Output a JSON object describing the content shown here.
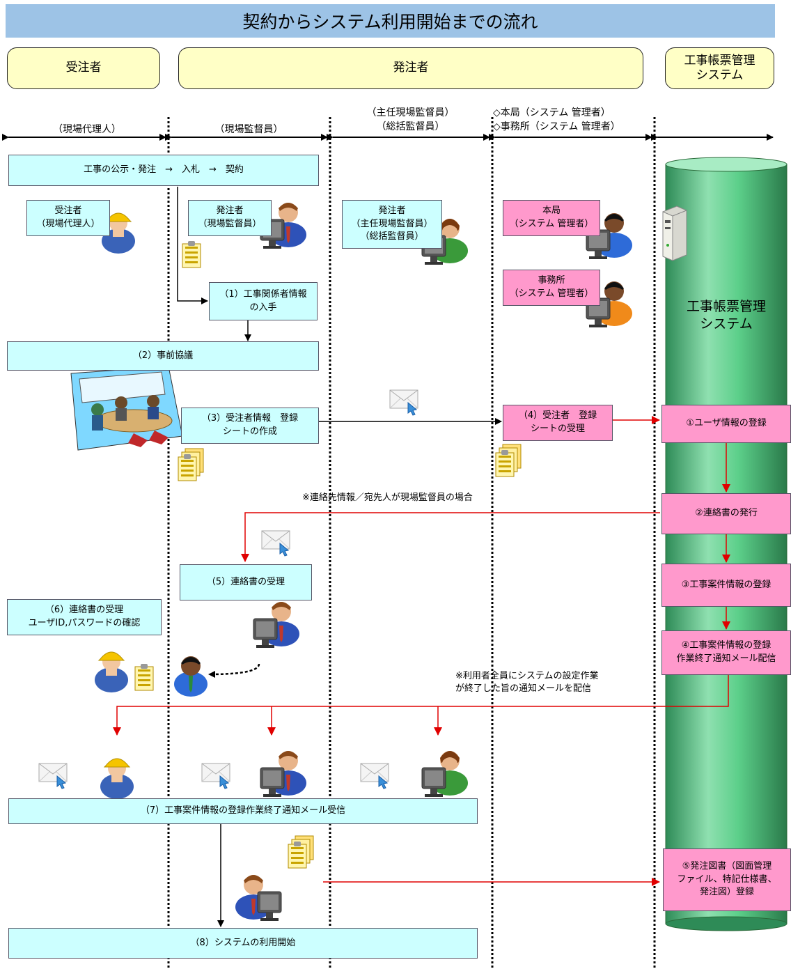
{
  "title": "契約からシステム利用開始までの流れ",
  "headers": {
    "contractor": "受注者",
    "orderer": "発注者",
    "system": "工事帳票管理\nシステム"
  },
  "lanes": {
    "l1": "（現場代理人）",
    "l2": "（現場監督員）",
    "l3": "（主任現場監督員）\n（総括監督員）",
    "l4": "◇本局（システム 管理者）\n◇事務所（システム 管理者）"
  },
  "boxes": {
    "bid": "工事の公示・発注　→　入札　→　契約",
    "actor_contractor": "受注者\n（現場代理人）",
    "actor_supervisor": "発注者\n（現場監督員）",
    "actor_chief": "発注者\n（主任現場監督員）\n（総括監督員）",
    "actor_hq": "本局\n（システム 管理者）",
    "actor_office": "事務所\n（システム 管理者）",
    "step1": "（1）工事関係者情報\nの入手",
    "step2": "（2）事前協議",
    "step3": "（3）受注者情報　登録\nシートの作成",
    "step4": "（4）受注者　登録\nシートの受理",
    "step5": "（5）連絡書の受理",
    "step6": "（6）連絡書の受理\nユーザID,パスワードの確認",
    "step7": "（7）工事案件情報の登録作業終了通知メール受信",
    "step8": "（8）システムの利用開始"
  },
  "system_cylinder_label": "工事帳票管理\nシステム",
  "system_steps": {
    "s1": "①ユーザ情報の登録",
    "s2": "②連絡書の発行",
    "s3": "③工事案件情報の登録",
    "s4": "④工事案件情報の登録\n作業終了通知メール配信",
    "s5": "⑤発注図書（図面管理\nファイル、特記仕様書、\n発注図）登録"
  },
  "notes": {
    "n1": "※連絡先情報／宛先人が現場監督員の場合",
    "n2": "※利用者全員にシステムの設定作業\nが終了した旨の通知メールを配信"
  },
  "icons": [
    "worker-icon",
    "person-at-computer-icon",
    "document-icon",
    "mail-icon",
    "server-icon",
    "meeting-room-icon"
  ],
  "colors": {
    "title": "#9dc3e6",
    "header": "#ffffc6",
    "step": "#ccffff",
    "system_step": "#ff99cc",
    "cylinder": "#3cb371",
    "flow_red": "#e00000"
  }
}
